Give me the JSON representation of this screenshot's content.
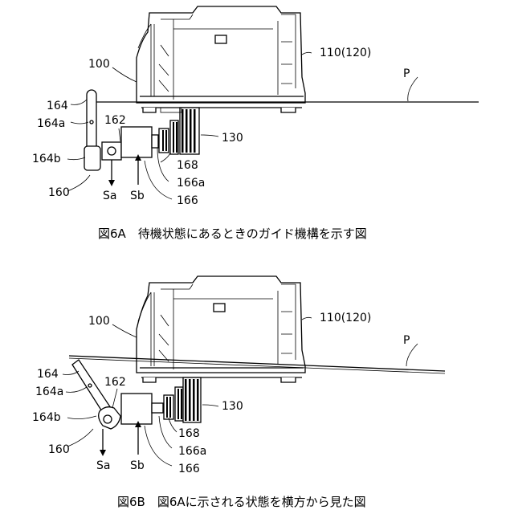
{
  "figures": [
    {
      "id": "6A",
      "caption": "図6A　待機状態にあるときのガイド機構を示す図",
      "labels": {
        "frame": "110(120)",
        "paper": "P",
        "body": "100",
        "guide": "164",
        "guide_upper": "164a",
        "guide_lower": "164b",
        "sensor": "162",
        "mechanism": "160",
        "stack": "130",
        "part_168": "168",
        "part_166a": "166a",
        "part_166": "166",
        "signal_a": "Sa",
        "signal_b": "Sb"
      }
    },
    {
      "id": "6B",
      "caption": "図6B　図6Aに示される状態を横方から見た図",
      "labels": {
        "frame": "110(120)",
        "paper": "P",
        "body": "100",
        "guide": "164",
        "guide_upper": "164a",
        "guide_lower": "164b",
        "sensor": "162",
        "mechanism": "160",
        "stack": "130",
        "part_168": "168",
        "part_166a": "166a",
        "part_166": "166",
        "signal_a": "Sa",
        "signal_b": "Sb"
      }
    }
  ]
}
